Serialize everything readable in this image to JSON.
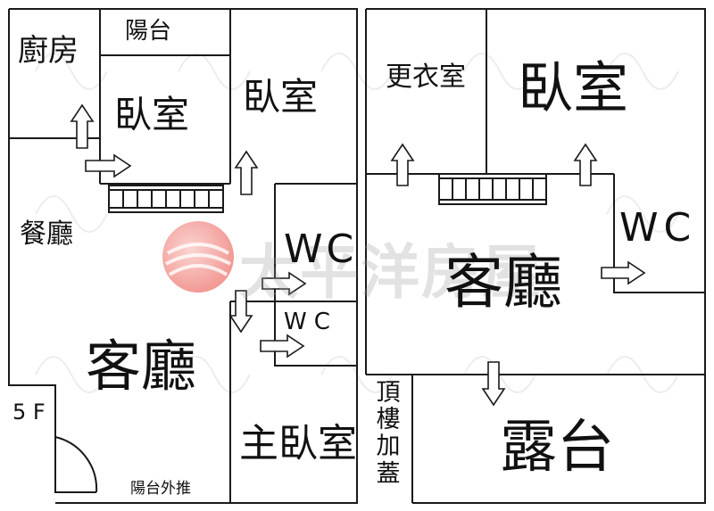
{
  "rooms": {
    "left_kitchen": "廚房",
    "left_balcony": "陽台",
    "left_bedroom_small": "臥室",
    "left_bedroom_right": "臥室",
    "left_dining": "餐廳",
    "left_wc_upper": "WC",
    "left_wc_lower": "WC",
    "left_living": "客廳",
    "left_floor": "5 F",
    "left_master_bedroom": "主臥室",
    "left_balcony_note": "陽台外推",
    "right_closet": "更衣室",
    "right_bedroom": "臥室",
    "right_wc": "WC",
    "right_living": "客廳",
    "right_rooftop_addition": [
      "頂",
      "樓",
      "加",
      "蓋"
    ],
    "right_terrace": "露台"
  },
  "watermark": {
    "text": "太平洋房屋",
    "color": "#e8473f"
  },
  "colors": {
    "wall": "#1a1a1a",
    "arrow_fill": "#ffffff"
  }
}
